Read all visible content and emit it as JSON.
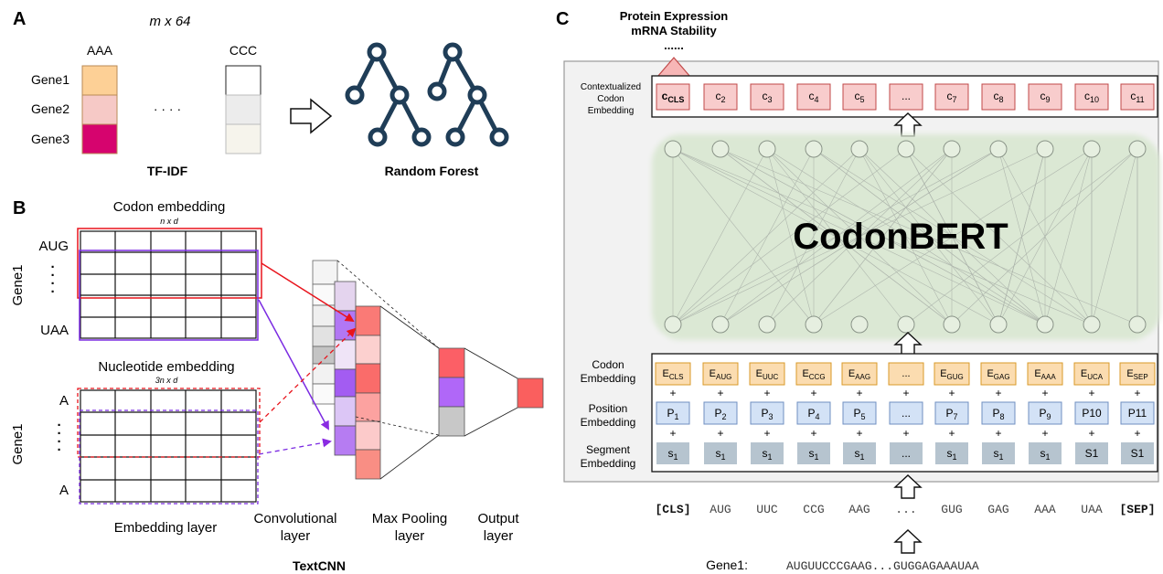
{
  "panelA": {
    "letter": "A",
    "matrix_label": "m x 64",
    "col1": "AAA",
    "col2": "CCC",
    "genes": [
      "Gene1",
      "Gene2",
      "Gene3"
    ],
    "ellipsis": "· · · ·",
    "tfidf": "TF-IDF",
    "rf": "Random Forest",
    "col1_colors": [
      "#fdd096",
      "#f6c9c6",
      "#d6046e"
    ],
    "col2_colors": [
      "#ffffff",
      "#ececec",
      "#f6f4ec"
    ]
  },
  "panelB": {
    "letter": "B",
    "codon_title": "Codon embedding",
    "codon_sub": "n x d",
    "aug": "AUG",
    "uaa": "UAA",
    "gene": "Gene1",
    "nuc_title": "Nucleotide embedding",
    "nuc_sub": "3n x d",
    "a1": "A",
    "a2": "A",
    "embedding_layer": "Embedding layer",
    "conv1": "Convolutional",
    "conv2": "layer",
    "pool1": "Max Pooling",
    "pool2": "layer",
    "out1": "Output",
    "out2": "layer",
    "textcnn": "TextCNN"
  },
  "panelC": {
    "letter": "C",
    "top1": "Protein Expression",
    "top2": "mRNA Stability",
    "top3": "......",
    "ctx1": "Contextualized",
    "ctx2": "Codon",
    "ctx3": "Embedding",
    "ctx_tokens": [
      {
        "b": "c",
        "s": "CLS"
      },
      {
        "b": "c",
        "s": "2"
      },
      {
        "b": "c",
        "s": "3"
      },
      {
        "b": "c",
        "s": "4"
      },
      {
        "b": "c",
        "s": "5"
      },
      {
        "b": "...",
        "s": ""
      },
      {
        "b": "c",
        "s": "7"
      },
      {
        "b": "c",
        "s": "8"
      },
      {
        "b": "c",
        "s": "9"
      },
      {
        "b": "c",
        "s": "10"
      },
      {
        "b": "c",
        "s": "11"
      }
    ],
    "model_name": "CodonBERT",
    "codon_emb1": "Codon",
    "codon_emb2": "Embedding",
    "pos_emb1": "Position",
    "pos_emb2": "Embedding",
    "seg_emb1": "Segment",
    "seg_emb2": "Embedding",
    "e_tokens": [
      {
        "b": "E",
        "s": "CLS"
      },
      {
        "b": "E",
        "s": "AUG"
      },
      {
        "b": "E",
        "s": "UUC"
      },
      {
        "b": "E",
        "s": "CCG"
      },
      {
        "b": "E",
        "s": "AAG"
      },
      {
        "b": "...",
        "s": ""
      },
      {
        "b": "E",
        "s": "GUG"
      },
      {
        "b": "E",
        "s": "GAG"
      },
      {
        "b": "E",
        "s": "AAA"
      },
      {
        "b": "E",
        "s": "UCA"
      },
      {
        "b": "E",
        "s": "SEP"
      }
    ],
    "p_tokens": [
      {
        "b": "P",
        "s": "1"
      },
      {
        "b": "P",
        "s": "2"
      },
      {
        "b": "P",
        "s": "3"
      },
      {
        "b": "P",
        "s": "4"
      },
      {
        "b": "P",
        "s": "5"
      },
      {
        "b": "...",
        "s": ""
      },
      {
        "b": "P",
        "s": "7"
      },
      {
        "b": "P",
        "s": "8"
      },
      {
        "b": "P",
        "s": "9"
      },
      {
        "b": "P10",
        "s": ""
      },
      {
        "b": "P11",
        "s": ""
      }
    ],
    "s_tokens": [
      {
        "b": "s",
        "s": "1"
      },
      {
        "b": "s",
        "s": "1"
      },
      {
        "b": "s",
        "s": "1"
      },
      {
        "b": "s",
        "s": "1"
      },
      {
        "b": "s",
        "s": "1"
      },
      {
        "b": "...",
        "s": ""
      },
      {
        "b": "s",
        "s": "1"
      },
      {
        "b": "s",
        "s": "1"
      },
      {
        "b": "s",
        "s": "1"
      },
      {
        "b": "S1",
        "s": ""
      },
      {
        "b": "S1",
        "s": ""
      }
    ],
    "plus": "+",
    "seq_tokens": [
      "[CLS]",
      "AUG",
      "UUC",
      "CCG",
      "AAG",
      "...",
      "GUG",
      "GAG",
      "AAA",
      "UAA",
      "[SEP]"
    ],
    "gene_label": "Gene1:",
    "gene_seq": "AUGUUCCCGAAG...GUGGAGAAAUAA",
    "colors": {
      "ctx_fill": "#f8cccc",
      "ctx_stroke": "#c04848",
      "e_fill": "#fbdcb0",
      "e_stroke": "#d89a28",
      "p_fill": "#d3e2f6",
      "p_stroke": "#6f8fc0",
      "s_fill": "#b6c4cf",
      "cloud": "#dbe8d4"
    }
  }
}
